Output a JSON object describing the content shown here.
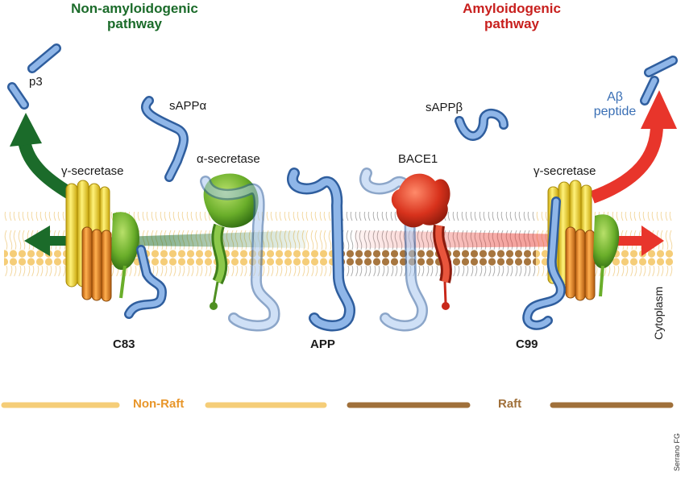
{
  "titles": {
    "non_amyloidogenic": [
      "Non-amyloidogenic",
      "pathway"
    ],
    "amyloidogenic": [
      "Amyloidogenic",
      "pathway"
    ]
  },
  "labels": {
    "p3": "p3",
    "sappa": "sAPPα",
    "sappb": "sAPPβ",
    "abeta": [
      "Aβ",
      "peptide"
    ],
    "gamma_left": "γ-secretase",
    "gamma_right": "γ-secretase",
    "alpha_secretase": "α-secretase",
    "bace1": "BACE1",
    "c83": "C83",
    "app": "APP",
    "c99": "C99",
    "cytoplasm": "Cytoplasm",
    "non_raft": "Non-Raft",
    "raft": "Raft",
    "credit": "Serrano FG"
  },
  "colors": {
    "green_dark": "#1b6b2a",
    "red": "#c8201e",
    "blue_protein": "#6f9fd8",
    "nonraft_lipid": "#f5cd78",
    "raft_lipid": "#a7763f",
    "yellow": "#f2d21a",
    "orange": "#e8841c",
    "green_enzyme": "#6aae2a",
    "red_enzyme": "#d8321c",
    "nonraft_text": "#e8962a",
    "raft_text": "#a0703a"
  },
  "icons": {
    "left_arrow": "green-arrow-icon",
    "right_arrow": "red-arrow-icon"
  }
}
